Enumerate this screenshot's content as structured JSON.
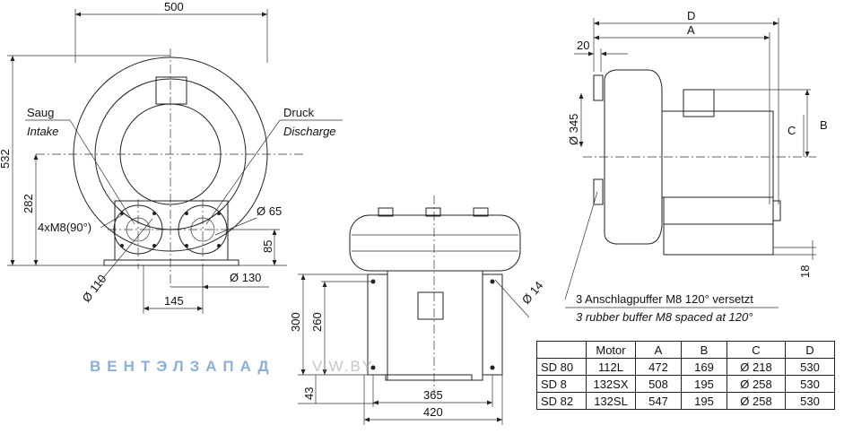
{
  "front_view": {
    "width": "500",
    "height_total": "532",
    "height_axis": "282",
    "bolts": "4xM8(90°)",
    "base_height": "85",
    "flange_diameter": "Ø 110",
    "port_diameter": "Ø 65",
    "port_spacing": "145",
    "base_width": "Ø 130",
    "intake_de": "Saug",
    "intake_en": "Intake",
    "discharge_de": "Druck",
    "discharge_en": "Discharge"
  },
  "center_view": {
    "height_300": "300",
    "height_260": "260",
    "height_43": "43",
    "width_365": "365",
    "width_420": "420",
    "hole": "Ø 14"
  },
  "side_view": {
    "D": "D",
    "A": "A",
    "offset": "20",
    "diameter": "Ø 345",
    "B": "B",
    "C": "C",
    "foot": "18",
    "note_de": "3 Anschlagpuffer M8 120° versetzt",
    "note_en": "3 rubber buffer M8 spaced at 120°"
  },
  "watermark": {
    "brand": "ВЕНТЭЛЗАПАД",
    "domain": "V.W.BY"
  },
  "specs_table": {
    "headers": [
      "",
      "Motor",
      "A",
      "B",
      "C",
      "D"
    ],
    "rows": [
      [
        "SD 80",
        "112L",
        "472",
        "169",
        "Ø 218",
        "530"
      ],
      [
        "SD 8",
        "132SX",
        "508",
        "195",
        "Ø 258",
        "530"
      ],
      [
        "SD 82",
        "132SL",
        "547",
        "195",
        "Ø 258",
        "530"
      ]
    ]
  }
}
